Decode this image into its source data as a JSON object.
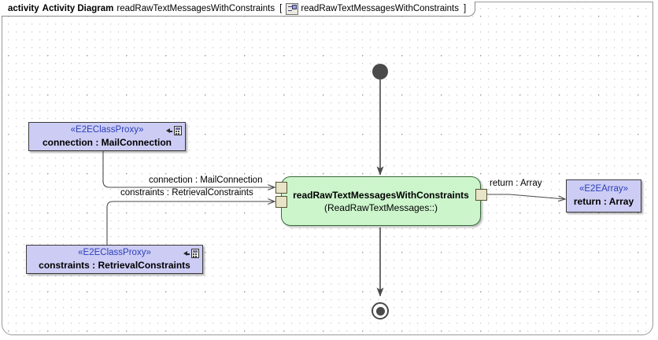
{
  "header": {
    "keyword": "activity",
    "diagram_type": "Activity Diagram",
    "diagram_name": "readRawTextMessagesWithConstraints",
    "bracket_open": "[",
    "bracket_close": "]",
    "context_name": "readRawTextMessagesWithConstraints",
    "icon": "activity-diagram-icon"
  },
  "nodes": {
    "initial": {
      "name": "initial-node"
    },
    "final": {
      "name": "activity-final-node"
    },
    "action": {
      "name": "readRawTextMessagesWithConstraints",
      "qualifier": "(ReadRawTextMessages::)",
      "fill": "#ccf5cc",
      "border": "#3b6b3b"
    },
    "proxy_connection": {
      "stereotype": "«E2EClassProxy»",
      "label": "connection : MailConnection",
      "fill": "#ccccf5",
      "icon": "class-proxy-icon"
    },
    "proxy_constraints": {
      "stereotype": "«E2EClassProxy»",
      "label": "constraints : RetrievalConstraints",
      "fill": "#ccccf5",
      "icon": "class-proxy-icon"
    },
    "array_return": {
      "stereotype": "«E2EArray»",
      "label": "return : Array",
      "fill": "#ccccf5"
    }
  },
  "pins": {
    "in_connection": "connection-input-pin",
    "in_constraints": "constraints-input-pin",
    "out_return": "return-output-pin"
  },
  "edges": {
    "connection_label": "connection : MailConnection",
    "constraints_label": "constraints : RetrievalConstraints",
    "return_label": "return : Array"
  },
  "colors": {
    "object_fill": "#ccccf5",
    "action_fill": "#ccf5cc",
    "pin_fill": "#e8e4c8",
    "stereotype_text": "#2b3fb8",
    "edge_stroke": "#4a4a4a"
  }
}
